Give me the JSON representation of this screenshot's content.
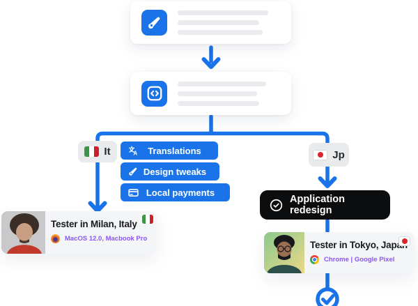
{
  "diagram": {
    "step1": {
      "icon": "pen-icon",
      "placeholder_lines": 3
    },
    "step2": {
      "icon": "code-icon",
      "placeholder_lines": 3
    },
    "left_branch": {
      "locale_label": "It",
      "locale_flag": "italy-flag",
      "tasks": [
        {
          "label": "Translations",
          "icon": "translate-icon"
        },
        {
          "label": "Design tweaks",
          "icon": "pen-icon"
        },
        {
          "label": "Local payments",
          "icon": "credit-card-icon"
        }
      ],
      "tester_card": {
        "title": "Tester in Milan, Italy",
        "device": "MacOS 12.0, Macbook Pro",
        "browser_icon": "firefox-icon",
        "flag": "italy-flag"
      }
    },
    "right_branch": {
      "locale_label": "Jp",
      "locale_flag": "japan-flag",
      "task": {
        "label": "Application redesign",
        "icon": "check-circle-icon"
      },
      "tester_card": {
        "title": "Tester in Tokyo, Japan",
        "device": "Chrome | Google Pixel",
        "browser_icon": "chrome-icon",
        "flag": "japan-flag"
      }
    },
    "colors": {
      "accent_blue": "#1a73e8",
      "black_pill": "#0c0d0f",
      "device_purple": "#8a57f0",
      "locale_pill_gray": "#e8eaec",
      "tester_card_gray": "#f4f5f7",
      "placeholder_gray": "#e9ebee",
      "italy_green": "#3d9348",
      "italy_red": "#cd212a",
      "japan_red": "#d8262c"
    }
  }
}
